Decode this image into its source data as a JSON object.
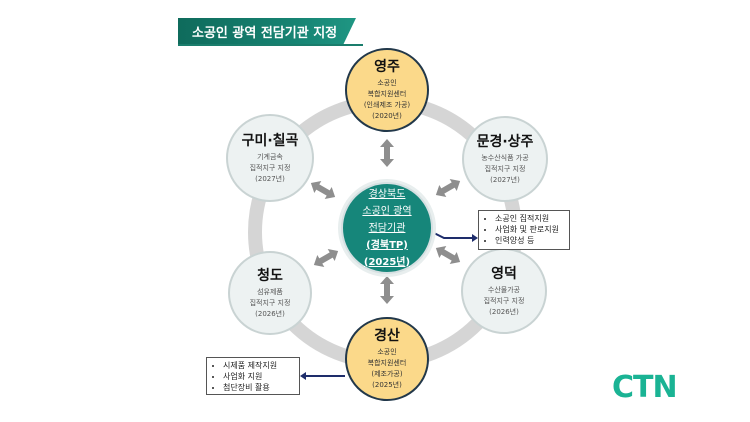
{
  "title": "소공인 광역 전담기관 지정",
  "center": {
    "lines": [
      "경상북도",
      "소공인 광역",
      "전담기관",
      "(경북TP)",
      "(2025년)"
    ]
  },
  "nodes": {
    "yeongju": {
      "name": "영주",
      "lines": [
        "소공인",
        "복합지원센터",
        "(인쇄제조 가공)",
        "(2020년)"
      ]
    },
    "mungyeong": {
      "name": "문경·상주",
      "lines": [
        "농수산식품 가공",
        "집적지구 지정",
        "(2027년)"
      ]
    },
    "yeongdeok": {
      "name": "영덕",
      "lines": [
        "수산물가공",
        "집적지구 지정",
        "(2026년)"
      ]
    },
    "gyeongsan": {
      "name": "경산",
      "lines": [
        "소공인",
        "복합지원센터",
        "(제조가공)",
        "(2025년)"
      ]
    },
    "cheongdo": {
      "name": "청도",
      "lines": [
        "섬유제품",
        "집적지구 지정",
        "(2026년)"
      ]
    },
    "gumi": {
      "name": "구미·칠곡",
      "lines": [
        "기계금속",
        "집적지구 지정",
        "(2027년)"
      ]
    }
  },
  "callout_right": [
    "소공인 집적지원",
    "사업화 및 판로지원",
    "인력양성 등"
  ],
  "callout_left": [
    "시제품 제작지원",
    "사업화 지원",
    "첨단장비 활용"
  ],
  "logo": "CTN",
  "colors": {
    "teal": "#16867a",
    "yellow": "#fbd98a",
    "logo": "#1ab394"
  }
}
